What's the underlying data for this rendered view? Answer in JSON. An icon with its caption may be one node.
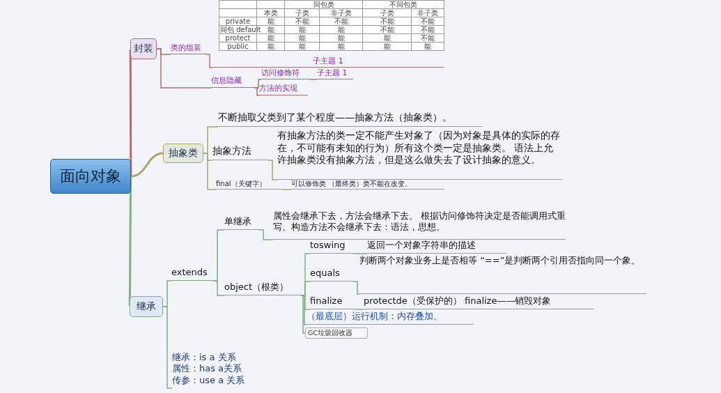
{
  "diagram": {
    "nodes": [
      {
        "text": [
          "面向对象"
        ]
      },
      {
        "text": [
          "封装"
        ]
      },
      {
        "text": [
          "类的组装"
        ]
      },
      {
        "text": [
          "子主题 1"
        ]
      },
      {
        "text": [
          "信息隐藏"
        ]
      },
      {
        "text": [
          "访问修饰符"
        ]
      },
      {
        "text": [
          "子主题 1"
        ]
      },
      {
        "text": [
          "方法的实现"
        ]
      },
      {
        "text": [
          "抽象类"
        ]
      },
      {
        "text": [
          "不断抽取父类到了某个程度——抽象方法（抽象类）。"
        ]
      },
      {
        "text": [
          "抽象方法"
        ]
      },
      {
        "text": [
          "有抽象方法的类一定不能产生对象了（因为对象是具体的实际的存在，不可能有未知的行为）所有这个类一定是抽象类。      语法上允许抽象类没有抽象方法，但是这么做失去了设计抽象的意义。"
        ]
      },
      {
        "text": [
          "final（关键字）"
        ]
      },
      {
        "text": [
          "可以修饰类 （最终类）类不能在改变。"
        ]
      },
      {
        "text": [
          "继承"
        ]
      },
      {
        "text": [
          "extends"
        ]
      },
      {
        "text": [
          "单继承"
        ]
      },
      {
        "text": [
          "属性会继承下去，方法会继承下去。     根据访问修饰符决定是否能调用式重写。构造方法不会继承下去：语法，思想。"
        ]
      },
      {
        "text": [
          "object（根类）"
        ]
      },
      {
        "text": [
          "toswing"
        ]
      },
      {
        "text": [
          "返回一个对象字符串的描述"
        ]
      },
      {
        "text": [
          "equals"
        ]
      },
      {
        "text": [
          "判断两个对象业务上是否相等 “==”是判断两个引用否指向同一个象。"
        ]
      },
      {
        "text": [
          "finalize"
        ]
      },
      {
        "text": [
          "protectde（受保护的）      finalize——销毁对象"
        ]
      },
      {
        "text": [
          "（最底层）运行机制：内存叠加。"
        ]
      },
      {
        "text": [
          "GC垃圾回收器"
        ]
      },
      {
        "text": [
          "继承：is a 关系",
          "属性：has  a关系",
          "传参：use  a 关系"
        ]
      }
    ],
    "edges": [
      {
        "from": 0,
        "to": 1,
        "arrow": "none",
        "color": "#b07070"
      },
      {
        "from": 1,
        "to": 2,
        "arrow": "none",
        "color": "#b07070"
      },
      {
        "from": 2,
        "to": 3,
        "arrow": "none",
        "color": "#b07070"
      },
      {
        "from": 1,
        "to": 4,
        "arrow": "none",
        "color": "#b07070"
      },
      {
        "from": 4,
        "to": 5,
        "arrow": "none",
        "color": "#b07070"
      },
      {
        "from": 5,
        "to": 6,
        "arrow": "none",
        "color": "#b07070"
      },
      {
        "from": 4,
        "to": 7,
        "arrow": "none",
        "color": "#b07070"
      },
      {
        "from": 0,
        "to": 8,
        "arrow": "none",
        "color": "#a8a468"
      },
      {
        "from": 8,
        "to": 9,
        "arrow": "none",
        "color": "#a8a468"
      },
      {
        "from": 8,
        "to": 10,
        "arrow": "none",
        "color": "#a8a468"
      },
      {
        "from": 10,
        "to": 11,
        "arrow": "none",
        "color": "#a8a468"
      },
      {
        "from": 8,
        "to": 12,
        "arrow": "none",
        "color": "#a8a468"
      },
      {
        "from": 12,
        "to": 13,
        "arrow": "none",
        "color": "#a8a468"
      },
      {
        "from": 0,
        "to": 14,
        "arrow": "none"
      },
      {
        "from": 14,
        "to": 15,
        "arrow": "none"
      },
      {
        "from": 15,
        "to": 16,
        "arrow": "none"
      },
      {
        "from": 16,
        "to": 17,
        "arrow": "none"
      },
      {
        "from": 15,
        "to": 18,
        "arrow": "none"
      },
      {
        "from": 18,
        "to": 19,
        "arrow": "none"
      },
      {
        "from": 19,
        "to": 20,
        "arrow": "none"
      },
      {
        "from": 18,
        "to": 21,
        "arrow": "none"
      },
      {
        "from": 21,
        "to": 22,
        "arrow": "none"
      },
      {
        "from": 18,
        "to": 23,
        "arrow": "none"
      },
      {
        "from": 23,
        "to": 24,
        "arrow": "none"
      },
      {
        "from": 18,
        "to": 25,
        "arrow": "none"
      },
      {
        "from": 18,
        "to": 26,
        "arrow": "none"
      },
      {
        "from": 14,
        "to": 27,
        "arrow": "none"
      }
    ],
    "labels": [
      "同包类",
      "不同包类",
      "本类",
      "子类",
      "非子类",
      "子类",
      "非子类",
      "private",
      "能",
      "不能",
      "不能",
      "不能",
      "不能",
      "同包 default",
      "能",
      "能",
      "能",
      "不能",
      "不能",
      "protect",
      "能",
      "能",
      "能",
      "能",
      "不能",
      "public",
      "能",
      "能",
      "能",
      "能",
      "能"
    ]
  }
}
